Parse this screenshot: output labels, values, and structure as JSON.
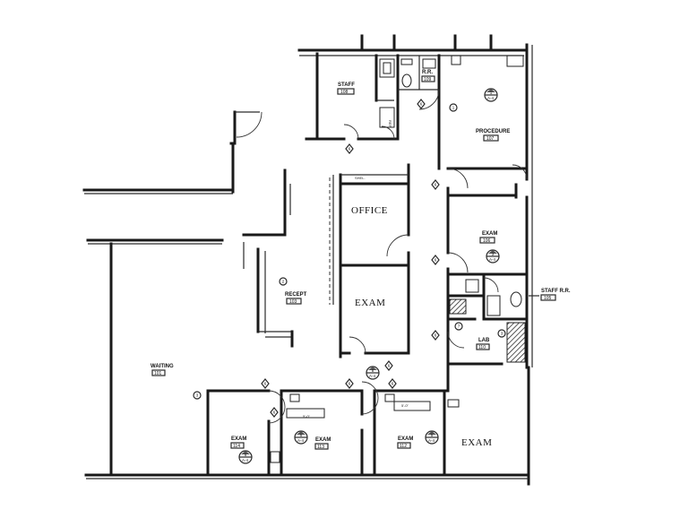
{
  "rooms": {
    "staff": {
      "name": "STAFF",
      "number": "108"
    },
    "rr": {
      "name": "R.R.",
      "number": "109"
    },
    "procedure": {
      "name": "PROCEDURE",
      "number": "107"
    },
    "office": {
      "name": "OFFICE"
    },
    "exam_center": {
      "name": "EXAM"
    },
    "exam_106": {
      "name": "EXAM",
      "number": "106"
    },
    "recept": {
      "name": "RECEPT",
      "number": "103"
    },
    "staff_rr": {
      "name": "STAFF R.R.",
      "number": "105"
    },
    "lab": {
      "name": "LAB",
      "number": "110"
    },
    "waiting": {
      "name": "WAITING",
      "number": "101"
    },
    "exam_114": {
      "name": "EXAM",
      "number": "114"
    },
    "exam_113": {
      "name": "EXAM",
      "number": "113"
    },
    "exam_112": {
      "name": "EXAM",
      "number": "112"
    },
    "exam_right": {
      "name": "EXAM"
    }
  },
  "notes": {
    "shelf": "SHEL.",
    "ref": "REF",
    "small_label": "5'-0\""
  },
  "door_tags": [
    "1",
    "2",
    "3",
    "4",
    "5",
    "6",
    "7",
    "8"
  ],
  "section_tags": {
    "top": [
      "1",
      "5",
      "3"
    ],
    "bottom": [
      "A-4",
      "A-4",
      "A-4",
      "A-4",
      "A-4",
      "A-4"
    ]
  }
}
